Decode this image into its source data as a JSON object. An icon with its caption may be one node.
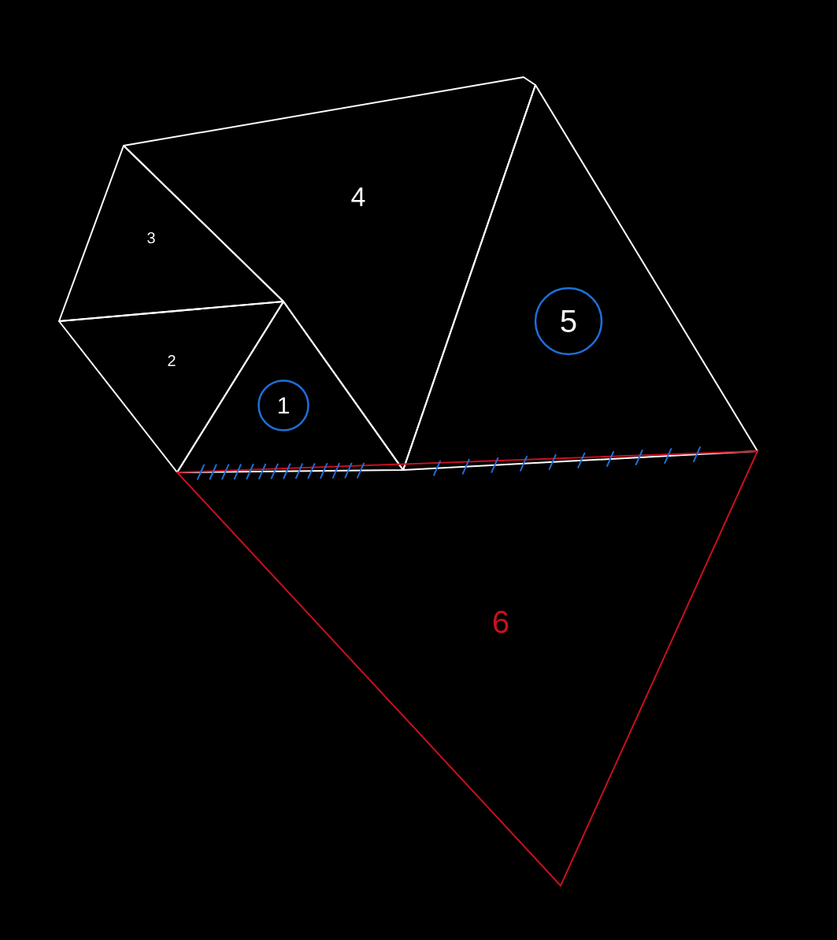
{
  "diagram": {
    "nodes": [
      {
        "text": [],
        "shape": "triangle"
      },
      {
        "text": [
          "1"
        ],
        "in": 0
      },
      {
        "text": [
          "2"
        ]
      },
      {
        "text": [
          "3"
        ]
      },
      {
        "text": [
          "4"
        ]
      },
      {
        "text": [],
        "shape": "triangle"
      },
      {
        "text": [
          "5"
        ],
        "in": 5
      },
      {
        "text": [
          "6"
        ]
      }
    ]
  }
}
